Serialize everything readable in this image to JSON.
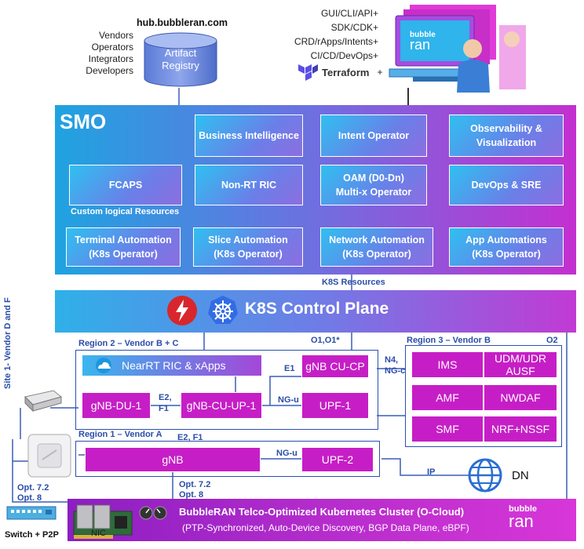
{
  "hub": {
    "url": "hub.bubbleran.com",
    "registry_line1": "Artifact",
    "registry_line2": "Registry",
    "audience": [
      "Vendors",
      "Operators",
      "Integrators",
      "Developers"
    ]
  },
  "interfaces": [
    "GUI/CLI/API+",
    "SDK/CDK+",
    "CRD/rApps/Intents+",
    "CI/CD/DevOps+"
  ],
  "terraform": {
    "label": "Terraform",
    "plus": "+"
  },
  "brand": {
    "line1": "bubble",
    "line2": "ran"
  },
  "smo": {
    "title": "SMO",
    "custom_resources": "Custom logical Resources",
    "k8s_resources": "K8S Resources",
    "boxes": {
      "bi": "Business Intelligence",
      "intent": "Intent Operator",
      "observability_1": "Observability &",
      "observability_2": "Visualization",
      "fcaps": "FCAPS",
      "nonrt": "Non-RT RIC",
      "oam_1": "OAM (D0-Dn)",
      "oam_2": "Multi-x Operator",
      "devops": "DevOps & SRE",
      "terminal_1": "Terminal Automation",
      "terminal_2": "(K8s Operator)",
      "slice_1": "Slice Automation",
      "slice_2": "(K8s Operator)",
      "network_1": "Network Automation",
      "network_2": "(K8s Operator)",
      "app_1": "App Automations",
      "app_2": "(K8s Operator)"
    }
  },
  "k8s": {
    "title": "K8S Control Plane"
  },
  "site": {
    "label": "Site 1- Vendor D and F"
  },
  "region2": {
    "label": "Region 2 – Vendor B + C",
    "o1": "O1,O1*",
    "nearrt": "NearRT RIC & xApps",
    "du": "gNB-DU-1",
    "cuup": "gNB-CU-UP-1",
    "cucp": "gNB CU-CP",
    "upf": "UPF-1",
    "e2f1": [
      "E2,",
      "F1"
    ],
    "e1": "E1",
    "ngu": "NG-u",
    "n4": [
      "N4,",
      "NG-c"
    ]
  },
  "region3": {
    "label": "Region 3 – Vendor B",
    "o2": "O2",
    "cells": [
      "IMS",
      "UDM/UDR",
      "AUSF",
      "AMF",
      "NWDAF",
      "SMF",
      "NRF+NSSF"
    ]
  },
  "region1": {
    "label": "Region 1 – Vendor A",
    "e2f1": "E2, F1",
    "gnb": "gNB",
    "ngu": "NG-u",
    "upf": "UPF-2"
  },
  "network": {
    "ip": "IP",
    "dn": "DN",
    "opt_left": [
      "Opt. 7.2",
      "Opt. 8"
    ],
    "opt_mid": [
      "Opt. 7.2",
      "Opt. 8"
    ],
    "switch": "Switch + P2P",
    "nic": "NIC"
  },
  "cluster": {
    "title": "BubbleRAN Telco-Optimized Kubernetes Cluster (O-Cloud)",
    "subtitle": "(PTP-Synchronized, Auto-Device Discovery, BGP Data Plane, eBPF)"
  },
  "colors": {
    "magenta": "#c61ec6",
    "smo_gradient_start": "#1fa3e0",
    "smo_gradient_end": "#c42fd0",
    "region_border": "#2c4fb0"
  }
}
